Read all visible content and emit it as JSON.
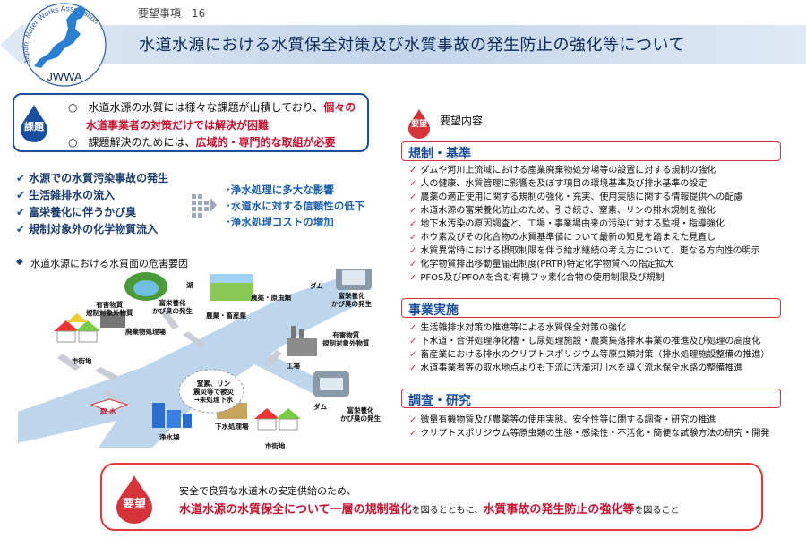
{
  "header": {
    "logo_arc": "Japan Water Works Association",
    "logo_abbr": "JWWA",
    "page_tag": "要望事項　16",
    "title": "水道水源における水質保全対策及び水質事故の発生防止の強化等について"
  },
  "issue": {
    "badge": "課題",
    "line1_a": "○　水道水源の水質には様々な課題が山積しており、",
    "line1_b": "個々の",
    "line2": "水道事業者の対策だけでは解決が困難",
    "line3_a": "○　課題解決のためには、",
    "line3_b": "広域的・専門的な取組が必要"
  },
  "left_checks": [
    "水源での水質汚染事故の発生",
    "生活雑排水の流入",
    "富栄養化に伴うかび臭",
    "規制対象外の化学物質流入"
  ],
  "effects": [
    "･浄水処理に多大な影響",
    "･水道水に対する信頼性の低下",
    "･浄水処理コストの増加"
  ],
  "diagram": {
    "title": "水道水源における水質面の危害要因",
    "labels": {
      "lake": "湖",
      "eutro1": "富栄養化\nかび臭の発生",
      "agri": "農業・畜産業",
      "agri2": "農薬・原虫類",
      "dam1": "ダム",
      "eutro2": "富栄養化\nかび臭の発生",
      "hazard": "有害物質\n規制対象外物質",
      "waste": "廃棄物処理場",
      "city1": "市街地",
      "hazard2": "有害物質\n規制対象外物質",
      "factory": "工場",
      "disaster": "窒素、リン\n震災等で被災\n→未処理下水",
      "intake": "取 水",
      "plant": "浄水場",
      "sewage": "下水処理場",
      "city2": "市街地",
      "dam2": "ダム",
      "eutro3": "富栄養化\nかび臭の発生"
    }
  },
  "requests": {
    "badge": "要望",
    "label": "要望内容",
    "sections": [
      {
        "title": "規制・基準",
        "items": [
          "ダムや河川上流域における産業廃棄物処分場等の設置に対する規制の強化",
          "人の健康、水質管理に影響を及ぼす項目の環境基準及び排水基準の設定",
          "農薬の適正使用に関する規制の強化・充実、使用実態に関する情報提供への配慮",
          "水道水源の富栄養化防止のため、引き続き、窒素、リンの排水規制を強化",
          "地下水汚染の原因調査と、工場・事業場由来の汚染に対する監視・指導強化",
          "ホウ素及びその化合物の水質基準値について最新の知見を踏まえた見直し",
          "水質異常時における摂取制限を伴う給水継続の考え方について、更なる方向性の明示",
          "化学物質排出移動量届出制度(PRTR)特定化学物質への指定拡大",
          "PFOS及びPFOAを含む有機フッ素化合物の使用制限及び規制"
        ]
      },
      {
        "title": "事業実施",
        "items": [
          "生活雑排水対策の推進等による水質保全対策の強化",
          "下水道・合併処理浄化槽・し尿処理施設・農業集落排水事業の推進及び処理の高度化",
          "畜産業における排水のクリプトスポリジウム等原虫類対策（排水処理施設整備の推進）",
          "水道事業者等の取水地点よりも下流に汚濁河川水を導く流水保全水路の整備推進"
        ]
      },
      {
        "title": "調査・研究",
        "items": [
          "微量有機物質及び農薬等の使用実態、安全性等に関する調査・研究の推進",
          "クリプトスポリジウム等原虫類の生態・感染性・不活化・簡便な試験方法の研究・開発"
        ]
      }
    ]
  },
  "bottom": {
    "badge": "要望",
    "line1": "安全で良質な水道水の安定供給のため、",
    "line2_a": "水道水源の水質保全について一層の規制強化",
    "line2_b": "を図るとともに、",
    "line2_c": "水質事故の発生防止の強化等",
    "line2_d": "を図ること"
  },
  "colors": {
    "navy": "#1a4fa0",
    "red": "#d6333a",
    "banner": "#b9cde6"
  }
}
